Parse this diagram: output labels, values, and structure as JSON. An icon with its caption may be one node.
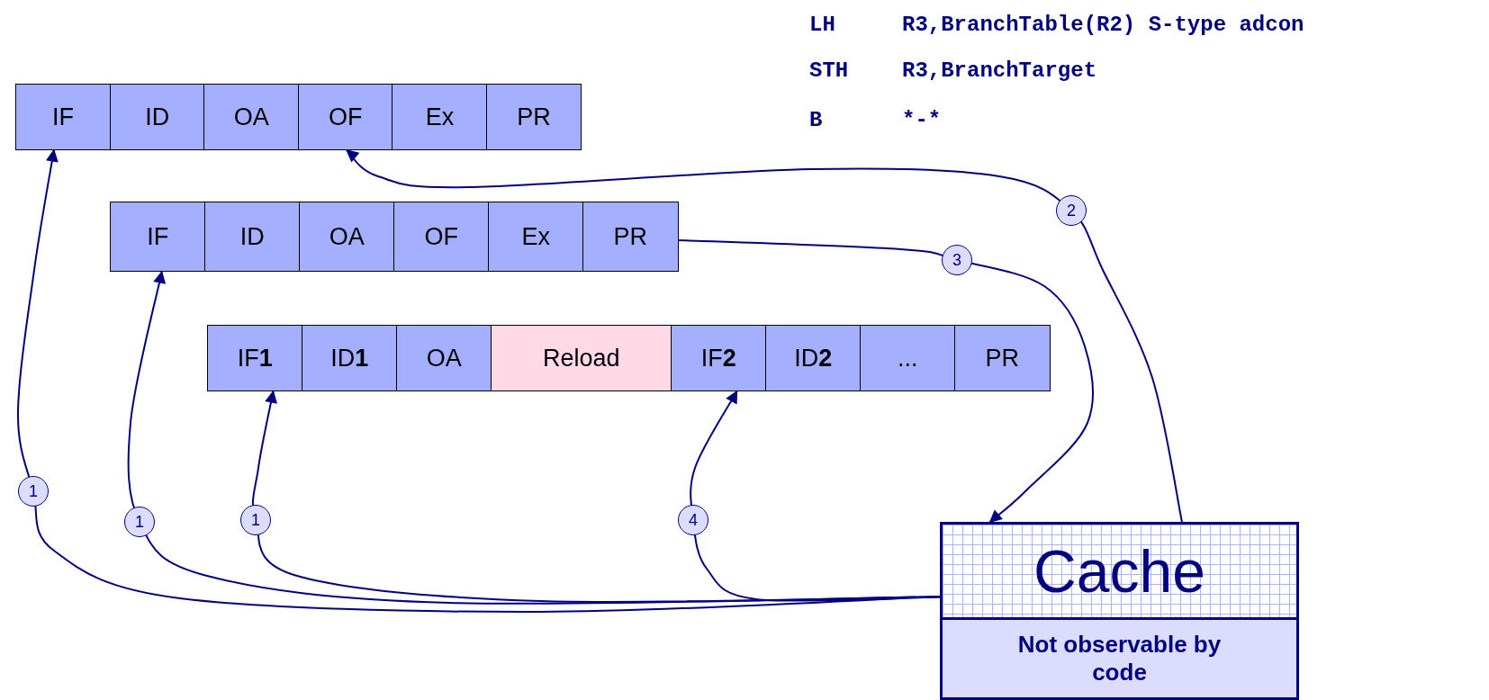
{
  "diagram": {
    "nodes": [
      {
        "text": [
          "IF"
        ]
      },
      {
        "text": [
          "ID"
        ]
      },
      {
        "text": [
          "OA"
        ]
      },
      {
        "text": [
          "OF"
        ]
      },
      {
        "text": [
          "Ex"
        ]
      },
      {
        "text": [
          "PR"
        ]
      },
      {
        "text": [
          "IF"
        ]
      },
      {
        "text": [
          "ID"
        ]
      },
      {
        "text": [
          "OA"
        ]
      },
      {
        "text": [
          "OF"
        ]
      },
      {
        "text": [
          "Ex"
        ]
      },
      {
        "text": [
          "PR"
        ]
      },
      {
        "text": [
          "IF**1**"
        ]
      },
      {
        "text": [
          "ID**1**"
        ]
      },
      {
        "text": [
          "OA"
        ]
      },
      {
        "text": [
          "Reload"
        ]
      },
      {
        "text": [
          "IF**2**"
        ]
      },
      {
        "text": [
          "ID**2**"
        ]
      },
      {
        "text": [
          "..."
        ]
      },
      {
        "text": [
          "PR"
        ]
      },
      {
        "text": [
          "Cache",
          "Not observable by code"
        ]
      }
    ],
    "edges": [
      {
        "from": 20,
        "to": 0,
        "arrow": "to",
        "label": "1"
      },
      {
        "from": 20,
        "to": 6,
        "arrow": "to",
        "label": "1"
      },
      {
        "from": 20,
        "to": 12,
        "arrow": "to",
        "label": "1"
      },
      {
        "from": 20,
        "to": 16,
        "arrow": "to",
        "label": "4"
      },
      {
        "from": 20,
        "to": 3,
        "arrow": "to",
        "label": "2"
      },
      {
        "from": 11,
        "to": 20,
        "arrow": "to",
        "label": "3"
      }
    ],
    "labels": [
      "LH",
      "R3,BranchTable(R2) S-type adcon",
      "STH",
      "R3,BranchTarget",
      "B",
      "*-*"
    ]
  }
}
